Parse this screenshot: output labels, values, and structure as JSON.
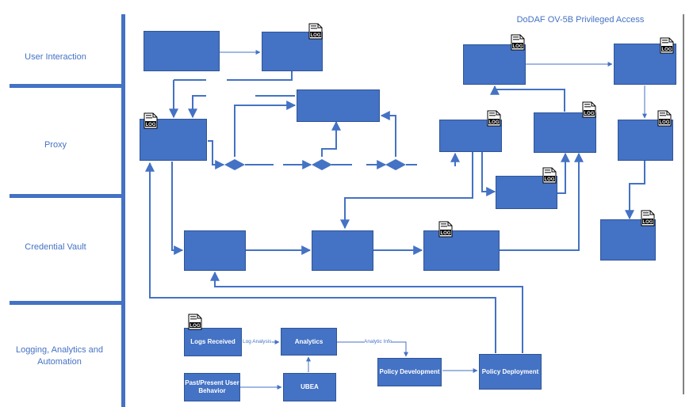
{
  "title": "DoDAF OV-5B Privileged Access",
  "lanes": [
    {
      "label": "User Interaction"
    },
    {
      "label": "Proxy"
    },
    {
      "label": "Credential Vault"
    },
    {
      "label": "Logging, Analytics and Automation"
    }
  ],
  "nodes": {
    "logs_received": "Logs Received",
    "analytics": "Analytics",
    "past_present": "Past/Present User Behavior",
    "ubea": "UBEA",
    "policy_development": "Policy Development",
    "policy_deployment": "Policy Deployment"
  },
  "edge_labels": {
    "log_analysis": "Log Analysis",
    "analytic_info": "Analytic Info"
  },
  "log_badge": "LOG",
  "colors": {
    "accent": "#4472c4",
    "lane_divider": "#4472c4"
  }
}
